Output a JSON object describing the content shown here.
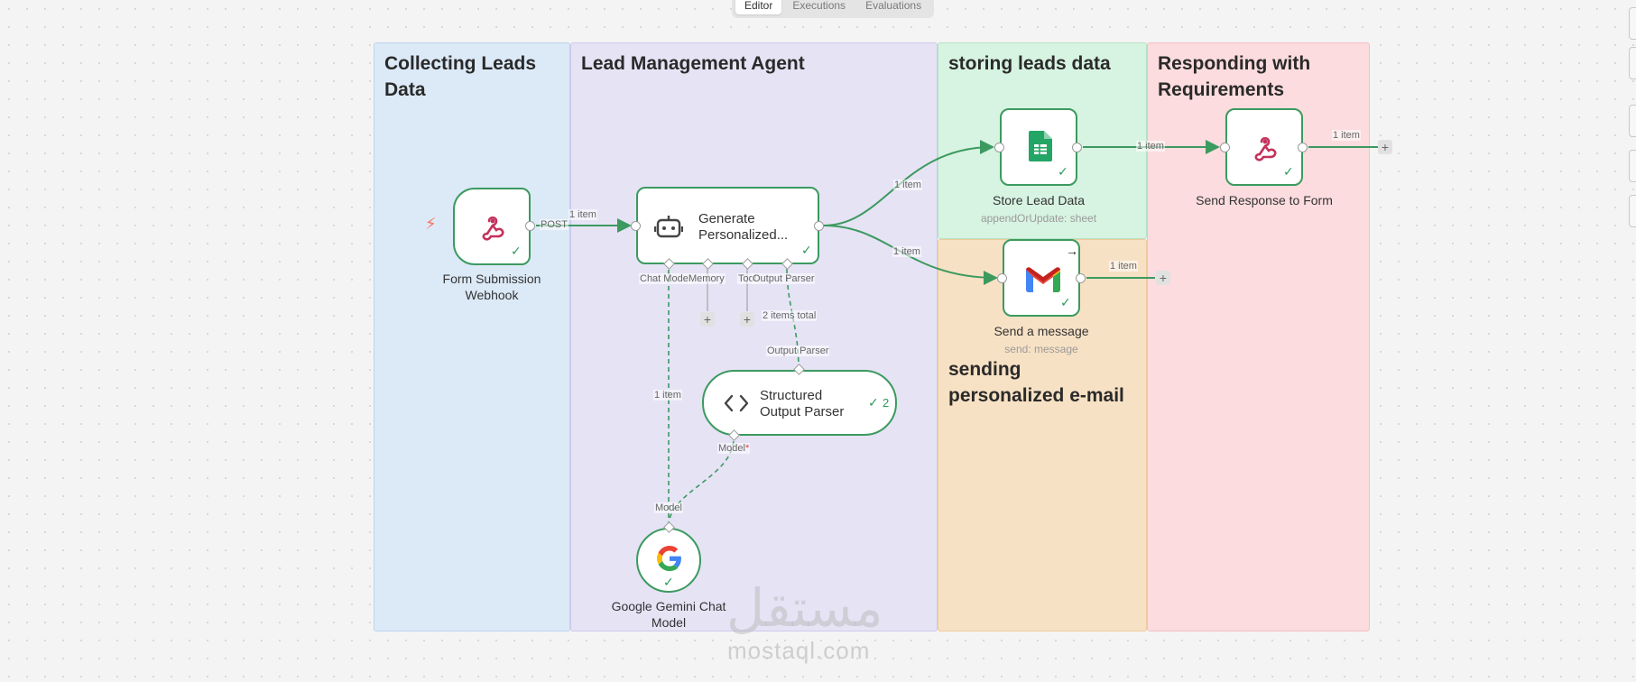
{
  "tabs": [
    {
      "label": "Editor"
    },
    {
      "label": "Executions"
    },
    {
      "label": "Evaluations"
    }
  ],
  "stickies": {
    "collecting": "Collecting Leads\nData",
    "agent": "Lead Management Agent",
    "storing": "storing leads data",
    "sending": "sending\npersonalized e-mail",
    "responding": "Responding with\nRequirements"
  },
  "nodes": {
    "webhook": {
      "label": "Form Submission\nWebhook",
      "icon": "webhook-icon"
    },
    "agent": {
      "label": "Generate\nPersonalized...",
      "icon": "robot-icon"
    },
    "sheets": {
      "label": "Store Lead Data",
      "sub": "appendOrUpdate: sheet",
      "icon": "google-sheets-icon"
    },
    "gmail": {
      "label": "Send a message",
      "sub": "send: message",
      "icon": "gmail-icon"
    },
    "respond": {
      "label": "Send Response to Form",
      "icon": "webhook-icon"
    },
    "parser": {
      "label": "Structured\nOutput Parser",
      "count": "2",
      "icon": "code-icon"
    },
    "gemini": {
      "label": "Google Gemini Chat\nModel",
      "icon": "google-icon"
    }
  },
  "ports": {
    "chat_model": "Chat Model",
    "memory": "Memory",
    "tool": "Tool",
    "output_parser": "Output Parser",
    "parser_in": "Output Parser",
    "model_req": "Model",
    "model_req_star": "*",
    "gemini_model": "Model"
  },
  "edges": {
    "post": "POST",
    "item1": "1 item",
    "item_sheets": "1 item",
    "item_gmail": "1 item",
    "item_respond_in": "1 item",
    "item_respond_out": "1 item",
    "item_gmail_out": "1 item",
    "item_model": "1 item",
    "items_total": "2 items total"
  },
  "watermark": {
    "arabic": "مستقل",
    "latin": "mostaql.com"
  },
  "colors": {
    "accent": "#3c9a5f",
    "trigger": "#ff6d5a"
  }
}
